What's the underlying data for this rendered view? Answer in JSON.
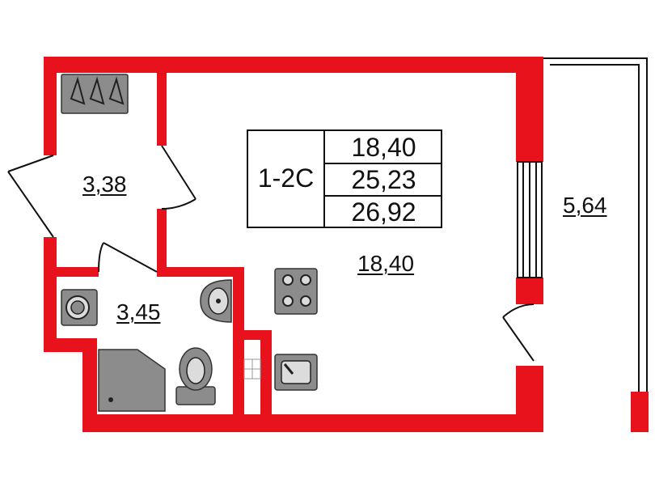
{
  "plan": {
    "apartment_type": "1-2С",
    "area_values": [
      "18,40",
      "25,23",
      "26,92"
    ],
    "rooms": [
      {
        "id": "hall",
        "area": "3,38"
      },
      {
        "id": "bathroom",
        "area": "3,45"
      },
      {
        "id": "living",
        "area": "18,40"
      },
      {
        "id": "balcony",
        "area": "5,64"
      }
    ],
    "colors": {
      "wall": "#e8121d",
      "fixture_fill": "#8c8c8c",
      "fixture_stroke": "#333333",
      "line": "#111111"
    },
    "icons": [
      "wardrobe-hangers-icon",
      "washing-machine-icon",
      "washbasin-icon",
      "shower-tray-icon",
      "toilet-icon",
      "stove-icon",
      "kitchen-sink-icon"
    ]
  }
}
